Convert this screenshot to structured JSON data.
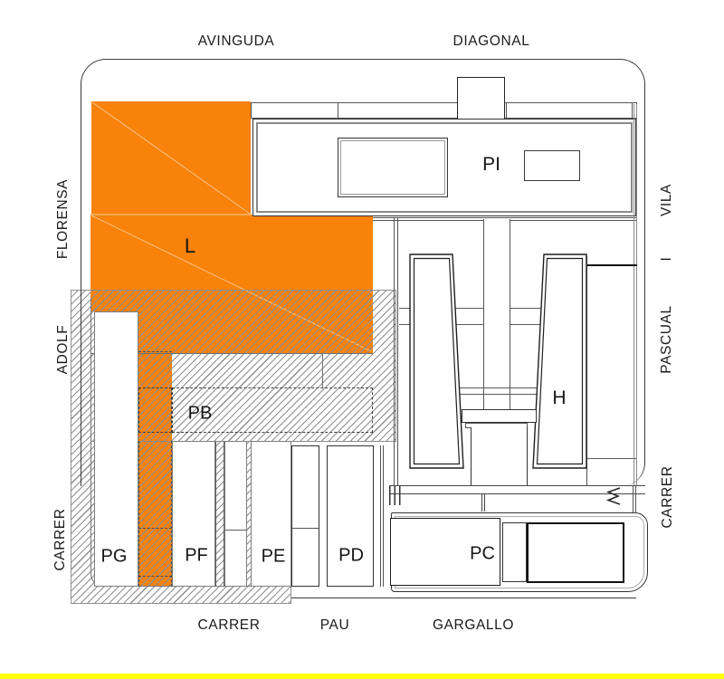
{
  "streets": {
    "avinguda": "AVINGUDA",
    "diagonal": "DIAGONAL",
    "florensa": "FLORENSA",
    "adolf": "ADOLF",
    "carrer_left": "CARRER",
    "vila": "VILA",
    "i": "I",
    "pascual": "PASCUAL",
    "carrer_right": "CARRER",
    "carrer_bottom": "CARRER",
    "pau": "PAU",
    "gargallo": "GARGALLO"
  },
  "buildings": {
    "l": "L",
    "pi": "PI",
    "h": "H",
    "pb": "PB",
    "pg": "PG",
    "pf": "PF",
    "pe": "PE",
    "pd": "PD",
    "pc": "PC"
  },
  "colors": {
    "highlight_orange": "#F8820A",
    "footer_yellow": "#FFFF00",
    "hatch_line": "#8E8E8E"
  }
}
